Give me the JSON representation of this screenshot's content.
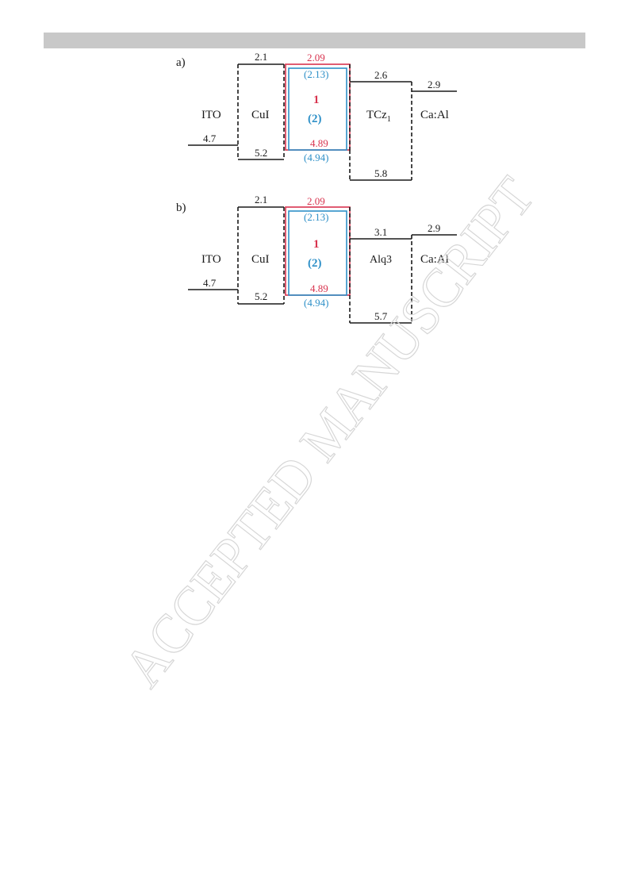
{
  "colors": {
    "red": "#d8344f",
    "blue": "#2e90c8",
    "black": "#1a1a1a",
    "header_bar": "#c8c8c8",
    "watermark": "#d6d6d6"
  },
  "watermark": "ACCEPTED MANUSCRIPT",
  "diagrams": [
    {
      "panel_label": "a)",
      "ito": {
        "label": "ITO",
        "level": "4.7"
      },
      "cui": {
        "label": "CuI",
        "top": "2.1",
        "bottom": "5.2"
      },
      "emitter": {
        "label_red": "1",
        "label_blue": "(2)",
        "top_red": "2.09",
        "top_blue": "(2.13)",
        "bottom_red": "4.89",
        "bottom_blue": "(4.94)"
      },
      "etl": {
        "label": "TCz",
        "label_sub": "1",
        "top": "2.6",
        "bottom": "5.8"
      },
      "cathode": {
        "label": "Ca:Al",
        "level": "2.9"
      }
    },
    {
      "panel_label": "b)",
      "ito": {
        "label": "ITO",
        "level": "4.7"
      },
      "cui": {
        "label": "CuI",
        "top": "2.1",
        "bottom": "5.2"
      },
      "emitter": {
        "label_red": "1",
        "label_blue": "(2)",
        "top_red": "2.09",
        "top_blue": "(2.13)",
        "bottom_red": "4.89",
        "bottom_blue": "(4.94)"
      },
      "etl": {
        "label": "Alq3",
        "label_sub": "",
        "top": "3.1",
        "bottom": "5.7"
      },
      "cathode": {
        "label": "Ca:Al",
        "level": "2.9"
      }
    }
  ]
}
